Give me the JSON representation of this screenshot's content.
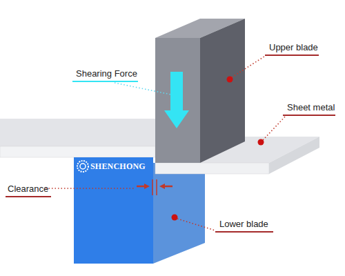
{
  "diagram": {
    "labels": [
      "Shearing Force",
      "Upper blade",
      "Sheet metal",
      "Clearance",
      "Lower blade",
      "SHENCHONG"
    ]
  }
}
